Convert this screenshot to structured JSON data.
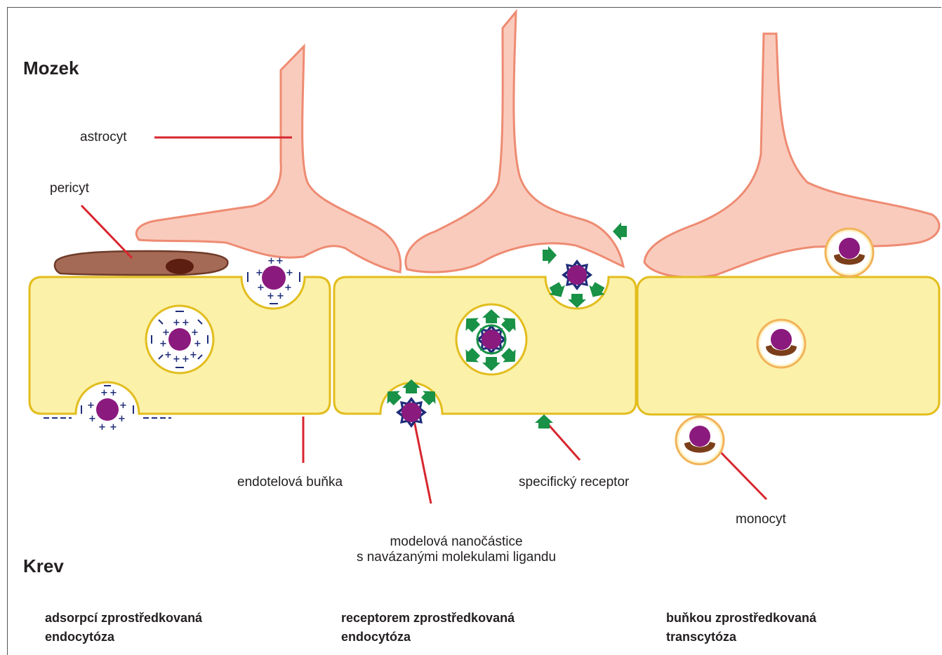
{
  "regions": {
    "brain": "Mozek",
    "blood": "Krev"
  },
  "labels": {
    "astrocyte": "astrocyt",
    "pericyte": "pericyt",
    "endothelial_cell": "endotelová buňka",
    "specific_receptor": "specifický receptor",
    "monocyte": "monocyt",
    "nanoparticle_line1": "modelová nanočástice",
    "nanoparticle_line2": "s navázanými molekulami ligandu"
  },
  "captions": [
    {
      "line1": "adsorpcí zprostředkovaná",
      "line2": "endocytóza"
    },
    {
      "line1": "receptorem zprostředkovaná",
      "line2": "endocytóza"
    },
    {
      "line1": "buňkou zprostředkovaná",
      "line2": "transcytóza"
    }
  ],
  "colors": {
    "astrocyte_fill": "#f9cbbd",
    "astrocyte_stroke": "#ee8b72",
    "endothelium_fill": "#fcf1a9",
    "endothelium_stroke": "#e2bd1d",
    "pericyte_fill": "#a56a55",
    "pericyte_nucleus": "#5b1e10",
    "nanoparticle": "#8b1a7e",
    "charge": "#1f2d7a",
    "receptor": "#199146",
    "monocyte_ring": "#f2b35a",
    "monocyte_nucleus": "#7b3e1b",
    "leader_line": "#d7262e"
  }
}
